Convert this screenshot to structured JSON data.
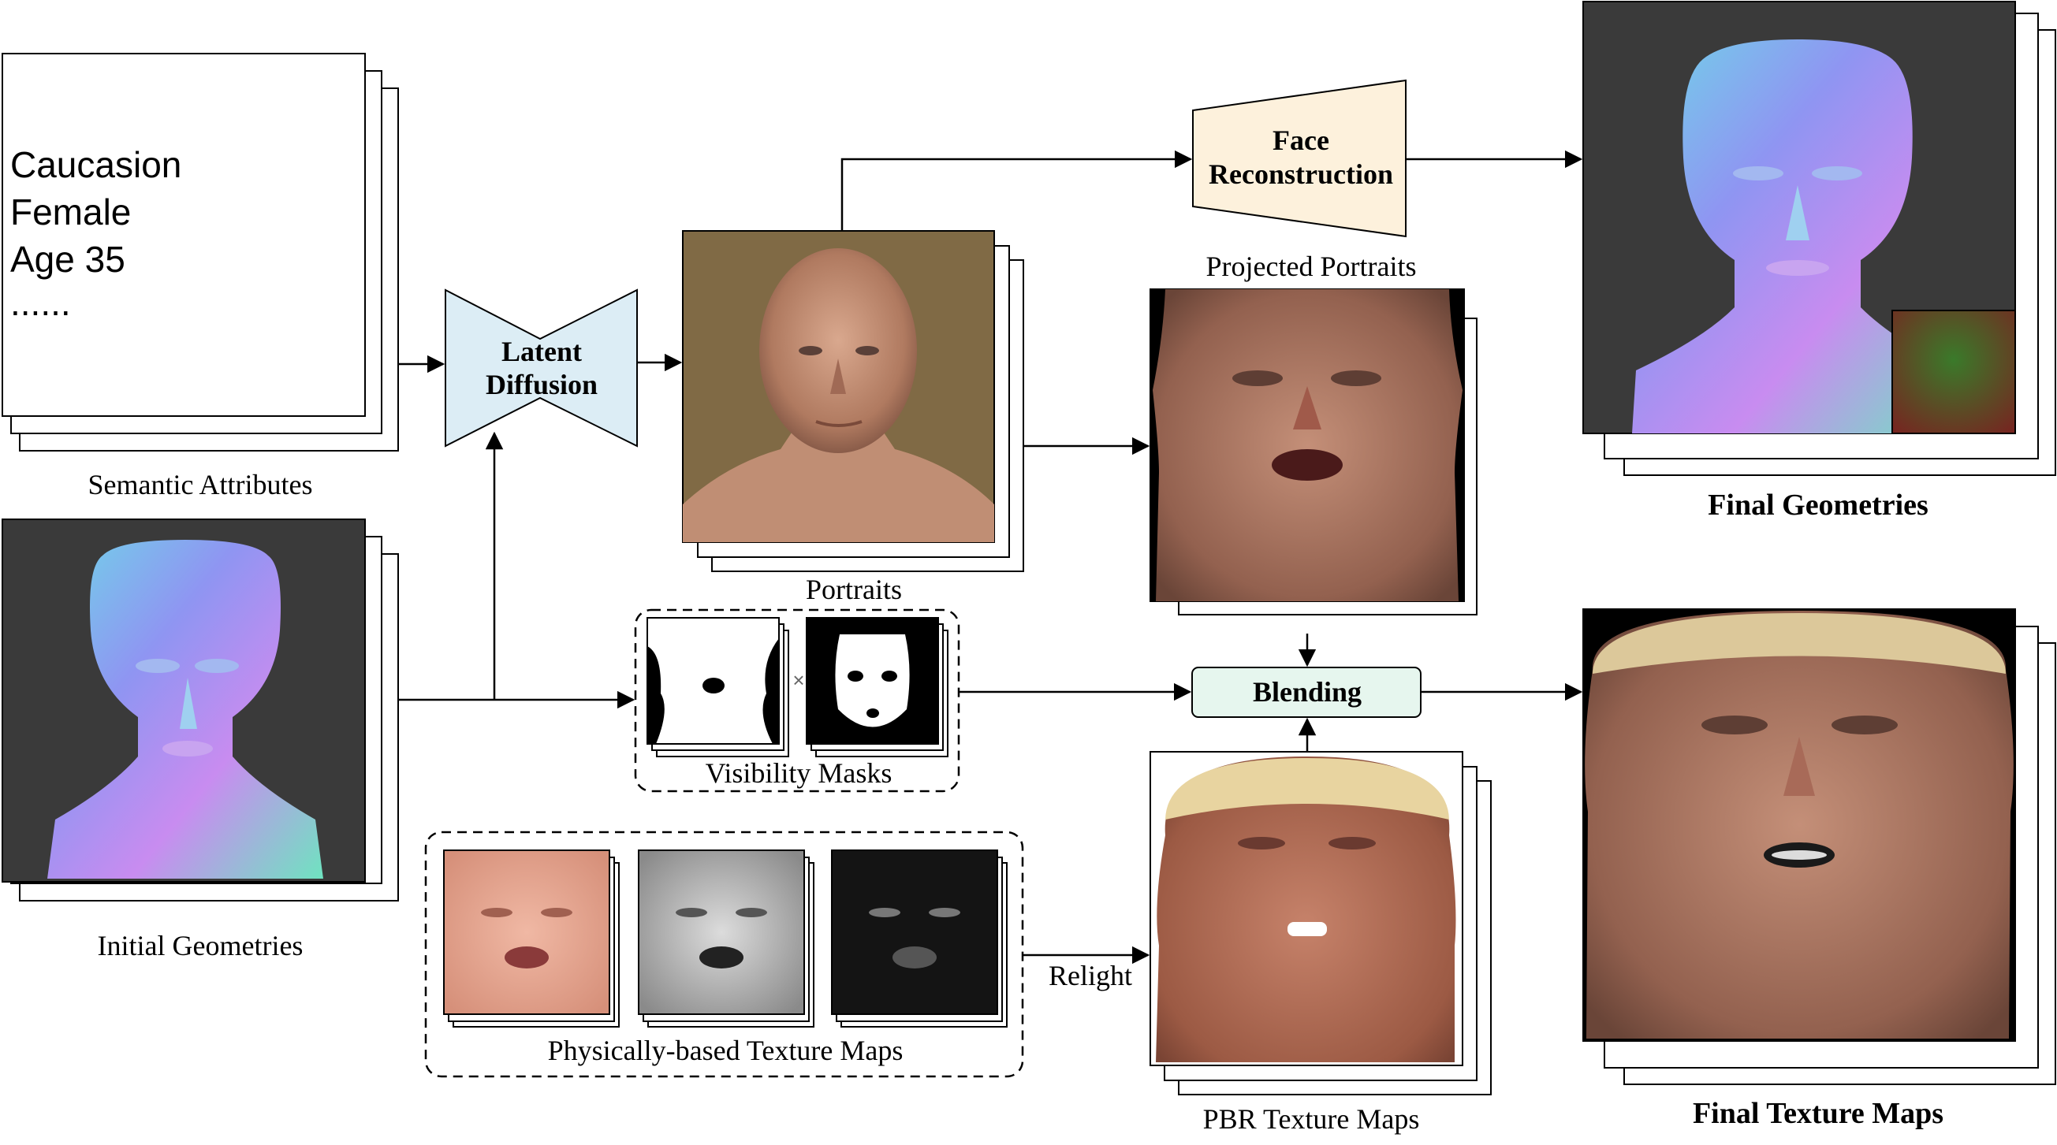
{
  "semantic_attributes": {
    "lines": [
      "Caucasion",
      "Female",
      "Age 35",
      "......"
    ],
    "caption": "Semantic Attributes"
  },
  "initial_geometries": {
    "caption": "Initial Geometries"
  },
  "latent_diffusion": {
    "line1": "Latent",
    "line2": "Diffusion"
  },
  "portraits": {
    "caption": "Portraits"
  },
  "face_reconstruction": {
    "line1": "Face",
    "line2": "Reconstruction"
  },
  "projected_portraits": {
    "caption": "Projected Portraits"
  },
  "final_geometries": {
    "caption": "Final Geometries"
  },
  "visibility_masks": {
    "caption": "Visibility Masks",
    "operator": "×"
  },
  "blending": {
    "label": "Blending"
  },
  "pbr_group": {
    "caption": "Physically-based Texture Maps"
  },
  "relight": {
    "label": "Relight"
  },
  "pbr_texture_maps": {
    "caption": "PBR Texture Maps"
  },
  "final_texture_maps": {
    "caption": "Final Texture Maps"
  },
  "colors": {
    "latent_fill": "#dcedf5",
    "recon_fill": "#fdf1dc",
    "blend_fill": "#e6f6ee",
    "dark_bg": "#3a3a3a"
  }
}
